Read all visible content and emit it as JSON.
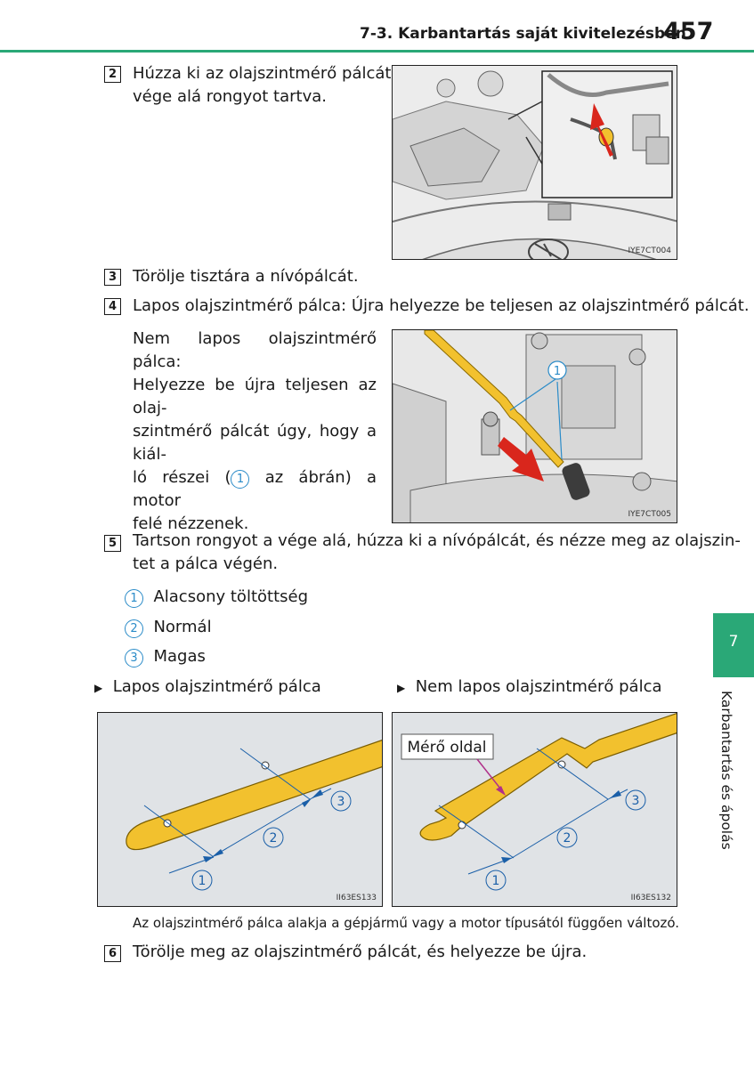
{
  "header": {
    "section": "7-3. Karbantartás saját kivitelezésben",
    "page": "457"
  },
  "side_tab": {
    "number": "7",
    "label": "Karbantartás és ápolás"
  },
  "steps": {
    "s2": {
      "num": "2",
      "text_line1": "Húzza ki az olajszintmérő pálcát,",
      "text_line2": "vége alá rongyot tartva."
    },
    "s3": {
      "num": "3",
      "text": "Törölje tisztára a nívópálcát."
    },
    "s4": {
      "num": "4",
      "text": "Lapos olajszintmérő pálca: Újra helyezze be teljesen az olajszintmérő pálcát.",
      "sub_line1": "Nem lapos olajszintmérő pálca:",
      "sub_line2": "Helyezze be újra teljesen az olaj-",
      "sub_line3": "szintmérő pálcát úgy, hogy a kiál-",
      "sub_line4_a": "ló részei (",
      "sub_line4_b": " az ábrán) a motor",
      "sub_line5": "felé nézzenek."
    },
    "s5": {
      "num": "5",
      "text_line1": "Tartson rongyot a vége alá, húzza ki a nívópálcát, és nézze meg az olajszin-",
      "text_line2": "tet a pálca végén.",
      "levels": [
        {
          "num": "1",
          "label": "Alacsony töltöttség"
        },
        {
          "num": "2",
          "label": "Normál"
        },
        {
          "num": "3",
          "label": "Magas"
        }
      ]
    },
    "s6": {
      "num": "6",
      "text": "Törölje meg az olajszintmérő pálcát, és helyezze be újra."
    }
  },
  "figures": {
    "fig1": {
      "code": "IYE7CT004"
    },
    "fig2": {
      "code": "IYE7CT005",
      "callout": "1"
    },
    "flat": {
      "title": "Lapos olajszintmérő pálca",
      "code": "II63ES133",
      "marks": [
        "1",
        "2",
        "3"
      ]
    },
    "nonflat": {
      "title": "Nem lapos olajszintmérő pálca",
      "label": "Mérő oldal",
      "code": "II63ES132",
      "marks": [
        "1",
        "2",
        "3"
      ]
    }
  },
  "note": "Az olajszintmérő pálca alakja a gépjármű vagy a motor típusától függően változó.",
  "colors": {
    "accent_green": "#2aa877",
    "callout_blue": "#2a8bc8",
    "dipstick_yellow": "#f2c12e",
    "arrow_red": "#d9261c"
  },
  "icons": {
    "bullet": "triangle-right-icon"
  }
}
